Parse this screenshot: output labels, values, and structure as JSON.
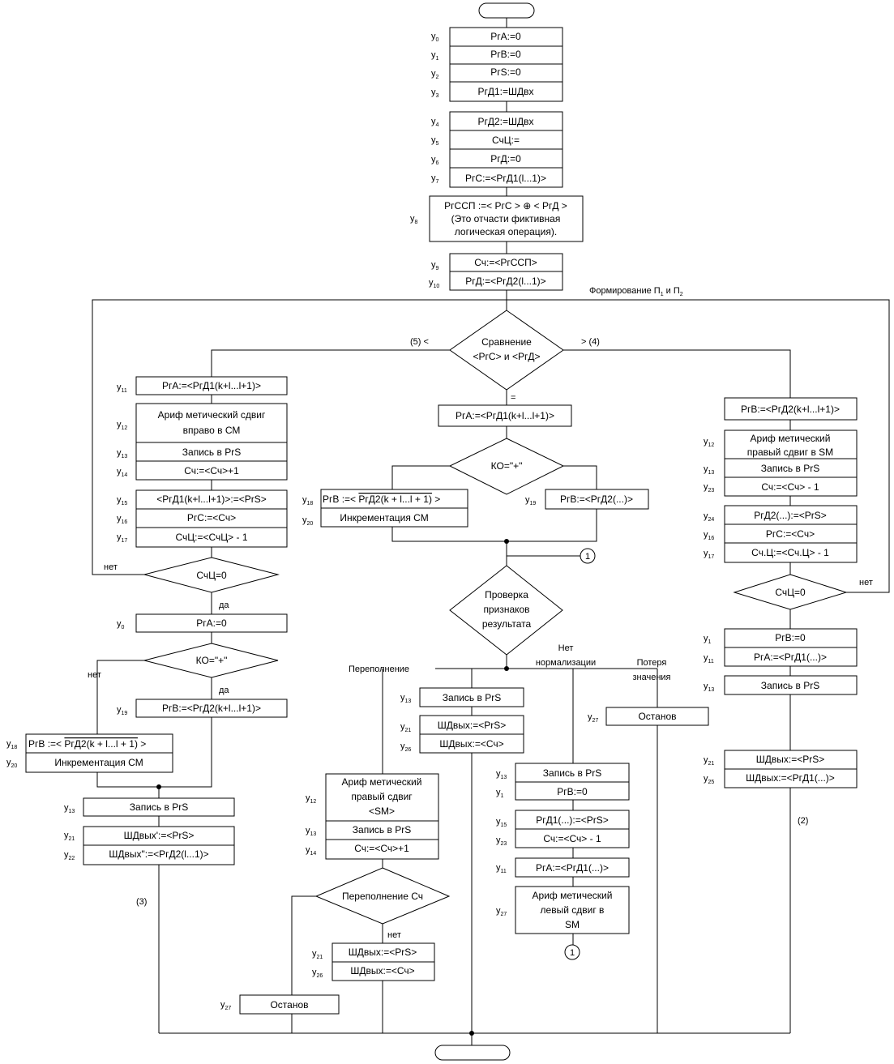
{
  "blocks": {
    "b0": {
      "y": "y",
      "n": "0",
      "t": "РгА:=0"
    },
    "b1": {
      "y": "y",
      "n": "1",
      "t": "РгB:=0"
    },
    "b2": {
      "y": "y",
      "n": "2",
      "t": "РгS:=0"
    },
    "b3": {
      "y": "y",
      "n": "3",
      "t": "РгД1:=ШДвх"
    },
    "b4": {
      "y": "y",
      "n": "4",
      "t": "РгД2:=ШДвх"
    },
    "b5": {
      "y": "y",
      "n": "5",
      "t": "СчЦ:="
    },
    "b6": {
      "y": "y",
      "n": "6",
      "t": "РгД:=0"
    },
    "b7": {
      "y": "y",
      "n": "7",
      "t": "РгС:=<РгД1(l...1)>"
    },
    "b8": {
      "y": "y",
      "n": "8",
      "t1": "РгССП :=< РгС > ⊕ < РгД >",
      "t2": "(Это отчасти фиктивная",
      "t3": "логическая операция)."
    },
    "b9": {
      "y": "y",
      "n": "9",
      "t": "Сч:=<РгССП>"
    },
    "b10": {
      "y": "y",
      "n": "10",
      "t": "РгД:=<РгД2(l...1)>"
    },
    "form": {
      "t": "Формирование П",
      "s1": "1",
      "mid": " и П",
      "s2": "2"
    },
    "cmp": {
      "t1": "Сравнение",
      "t2": "<РгС> и <РгД>",
      "lt": "(5)  <",
      "gt": ">  (4)",
      "eq": "="
    },
    "L": {
      "y11": {
        "n": "11",
        "t": "РгА:=<РгД1(k+l...l+1)>"
      },
      "y12": {
        "n": "12",
        "t1": "Ариф метический сдвиг",
        "t2": "вправо в СМ"
      },
      "y13": {
        "n": "13",
        "t": "Запись в PrS"
      },
      "y14": {
        "n": "14",
        "t": "Сч:=<Сч>+1"
      },
      "y15": {
        "n": "15",
        "t": "<РгД1(k+l...l+1)>:=<PrS>"
      },
      "y16": {
        "n": "16",
        "t": "РгС:=<Сч>"
      },
      "y17": {
        "n": "17",
        "t": "СчЦ:=<СчЦ> - 1"
      },
      "dec": {
        "t": "СчЦ=0",
        "no": "нет",
        "yes": "да"
      },
      "y0": {
        "n": "0",
        "t": "РгА:=0"
      },
      "ko": {
        "t": "КО=\"+\"",
        "no": "нет",
        "yes": "да"
      },
      "y19": {
        "n": "19",
        "t": "РгB:=<РгД2(k+l...l+1)>"
      },
      "y18": {
        "n": "18",
        "pre": "РгB :=< ",
        "over": "РгД2(k + l...l + 1)",
        "post": " >"
      },
      "y20": {
        "n": "20",
        "t": "Инкрементация СМ"
      },
      "y13b": {
        "n": "13",
        "t": "Запись в PrS"
      },
      "y21": {
        "n": "21",
        "t": "ШДвых':=<PrS>"
      },
      "y22": {
        "n": "22",
        "t": "ШДвых\":=<РгД2(l...1)>"
      },
      "mark": "(3)"
    },
    "C": {
      "y11": {
        "t": "РгА:=<РгД1(k+l...l+1)>"
      },
      "ko": {
        "t": "КО=\"+\""
      },
      "y18": {
        "n": "18",
        "pre": "РгB :=< ",
        "over": "РгД2(k + l...l + 1)",
        "post": " >"
      },
      "y20": {
        "n": "20",
        "t": "Инкрементация СМ"
      },
      "y19": {
        "n": "19",
        "t": "РгB:=<РгД2(...)>"
      },
      "conn": "1",
      "chk": {
        "t1": "Проверка",
        "t2": "признаков",
        "t3": "результата"
      },
      "ovf": "Переполнение",
      "nonorm": {
        "t1": "Нет",
        "t2": "нормализации"
      },
      "loss": {
        "t1": "Потеря",
        "t2": "значения"
      },
      "o12": {
        "n": "12",
        "t1": "Ариф метический",
        "t2": "правый сдвиг",
        "t3": "<SM>"
      },
      "o13": {
        "n": "13",
        "t": "Запись в PrS"
      },
      "o14": {
        "n": "14",
        "t": "Сч:=<Сч>+1"
      },
      "oovf": {
        "t": "Переполнение Сч",
        "no": "нет"
      },
      "o21": {
        "n": "21",
        "t": "ШДвых:=<PrS>"
      },
      "o26": {
        "n": "26",
        "t": "ШДвых:=<Сч>"
      },
      "o27": {
        "n": "27",
        "t": "Останов"
      },
      "m13": {
        "n": "13",
        "t": "Запись в PrS"
      },
      "m21": {
        "n": "21",
        "t": "ШДвых:=<PrS>"
      },
      "m26": {
        "n": "26",
        "t": "ШДвых:=<Сч>"
      },
      "n13": {
        "n": "13",
        "t": "Запись в PrS"
      },
      "n1": {
        "n": "1",
        "t": "РгB:=0"
      },
      "n15": {
        "n": "15",
        "t": "РгД1(...):=<PrS>"
      },
      "n23": {
        "n": "23",
        "t": "Сч:=<Сч> - 1"
      },
      "n11": {
        "n": "11",
        "t": "РгА:=<РгД1(...)>"
      },
      "n27": {
        "n": "27",
        "t1": "Ариф метический",
        "t2": "левый сдвиг в",
        "t3": "SM"
      },
      "l27": {
        "n": "27",
        "t": "Останов"
      }
    },
    "R": {
      "y11": {
        "t": "РгB:=<РгД2(k+l...l+1)>"
      },
      "y12": {
        "n": "12",
        "t1": "Ариф метический",
        "t2": "правый сдвиг в SM"
      },
      "y13": {
        "n": "13",
        "t": "Запись в PrS"
      },
      "y23": {
        "n": "23",
        "t": "Сч:=<Сч> - 1"
      },
      "y24": {
        "n": "24",
        "t": "РгД2(...):=<PrS>"
      },
      "y16": {
        "n": "16",
        "t": "РгС:=<Сч>"
      },
      "y17": {
        "n": "17",
        "t": "Сч.Ц:=<Сч.Ц> - 1"
      },
      "dec": {
        "t": "СчЦ=0",
        "no": "нет"
      },
      "y1": {
        "n": "1",
        "t": "РгB:=0"
      },
      "y11b": {
        "n": "11",
        "t": "РгА:=<РгД1(...)>"
      },
      "y13b": {
        "n": "13",
        "t": "Запись в PrS"
      },
      "y21": {
        "n": "21",
        "t": "ШДвых:=<PrS>"
      },
      "y25": {
        "n": "25",
        "t": "ШДвых:=<РгД1(...)>"
      },
      "mark": "(2)"
    }
  }
}
